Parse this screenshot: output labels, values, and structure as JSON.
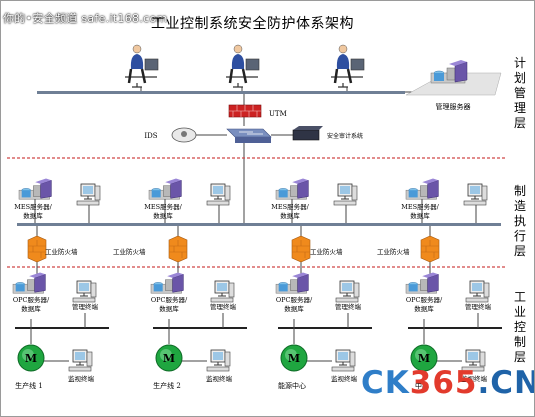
{
  "watermark_top": "你的•安全频道 safe.it168.com",
  "title": "工业控制系统安全防护体系架构",
  "layers": {
    "planning": "计划管理层",
    "manufacturing": "制造执行层",
    "control": "工业控制层"
  },
  "top": {
    "mgmt_server": "管理服务器",
    "utm": "UTM",
    "ids": "IDS",
    "audit": "安全审计系统"
  },
  "mes": {
    "servers": [
      "MES服务器/数据库",
      "MES服务器/数据库",
      "MES服务器/数据库",
      "MES服务器/数据库"
    ],
    "firewall": "工业防火墙"
  },
  "control": {
    "opc": "OPC服务器/数据库",
    "terminal": "管理终端",
    "monitor": "监视终端",
    "motor": "M",
    "lines": [
      "生产线 1",
      "生产线 2",
      "能源中心",
      "中心"
    ]
  },
  "watermark_brand": {
    "a": "CK",
    "b": "365",
    "c": ".CN"
  },
  "colors": {
    "dashed": "#d04848",
    "bus": "#6f7f95",
    "firewall": "#f08a1c",
    "utm": "#cc2222",
    "motor": "#1fa640",
    "server": "#6a55a8"
  }
}
